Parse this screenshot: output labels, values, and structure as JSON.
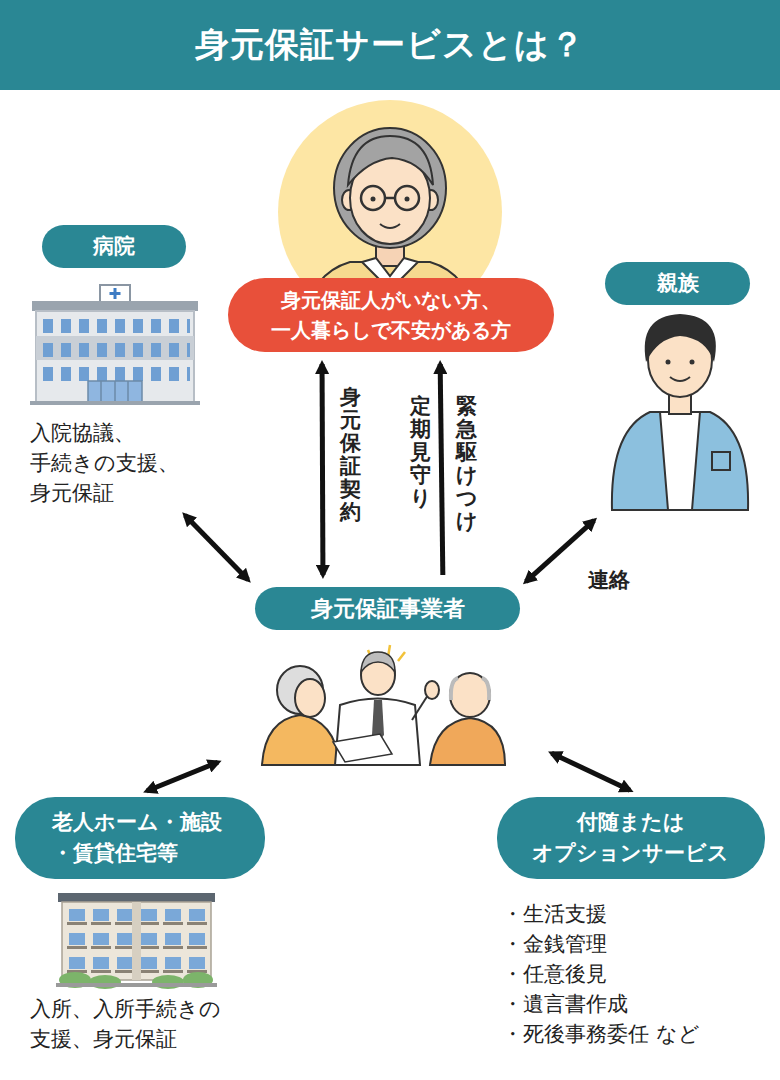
{
  "diagram": {
    "title": "身元保証サービスとは？",
    "nodes": [
      {
        "text": [
          "身元保証人がいない方、 一人暮らしで不安がある方"
        ]
      },
      {
        "text": [
          "病院",
          "入院協議、 手続きの支援、 身元保証"
        ]
      },
      {
        "text": [
          "親族"
        ]
      },
      {
        "text": [
          "身元保証事業者"
        ]
      },
      {
        "text": [
          "老人ホーム・施設 ・賃貸住宅等",
          "入所、入所手続きの 支援、身元保証"
        ]
      },
      {
        "text": [
          "付随または オプションサービス",
          "・生活支援 ・金銭管理 ・任意後見 ・遺言書作成 ・死後事務委任 など"
        ]
      }
    ],
    "edges": [
      {
        "from": 3,
        "to": 0,
        "arrow": "both",
        "label": "身元保証契約"
      },
      {
        "from": 3,
        "to": 0,
        "arrow": "to",
        "label": "緊急駆けつけ"
      },
      {
        "from": 1,
        "to": 3,
        "arrow": "both"
      },
      {
        "from": 2,
        "to": 3,
        "arrow": "both",
        "label": "連絡"
      },
      {
        "from": 3,
        "to": 4,
        "arrow": "both"
      },
      {
        "from": 3,
        "to": 5,
        "arrow": "both"
      }
    ],
    "labels": [
      "定期見守り"
    ]
  }
}
